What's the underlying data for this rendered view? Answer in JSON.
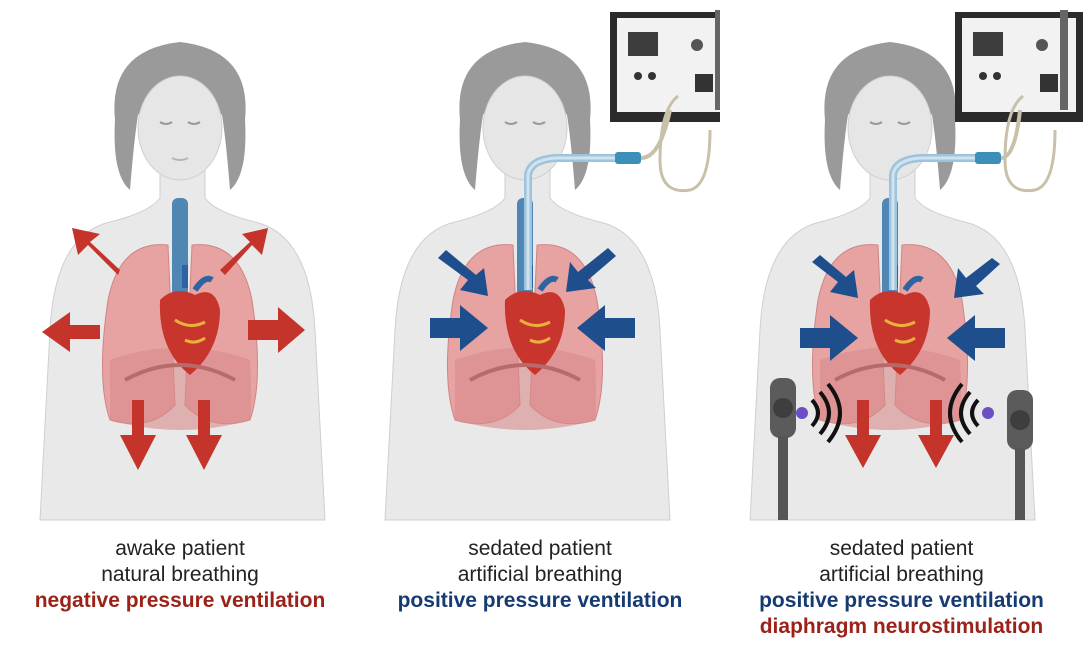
{
  "colors": {
    "negative": "#c4342a",
    "positive": "#1f4e8c",
    "negative_text": "#9b2218",
    "positive_text": "#163a72",
    "body": "#e9e9e9",
    "lung": "#e7a2a2",
    "heart": "#c8352c"
  },
  "panels": [
    {
      "arrows": "outward",
      "ventilator": false,
      "stimulator": false,
      "caption": {
        "line1": "awake patient",
        "line2": "natural breathing",
        "line3": "negative pressure ventilation"
      }
    },
    {
      "arrows": "inward",
      "ventilator": true,
      "stimulator": false,
      "caption": {
        "line1": "sedated patient",
        "line2": "artificial breathing",
        "line3": "positive pressure ventilation"
      }
    },
    {
      "arrows": "inward",
      "ventilator": true,
      "stimulator": true,
      "caption": {
        "line1": "sedated patient",
        "line2": "artificial breathing",
        "line3": "positive pressure ventilation",
        "line4": "diaphragm neurostimulation"
      }
    }
  ]
}
